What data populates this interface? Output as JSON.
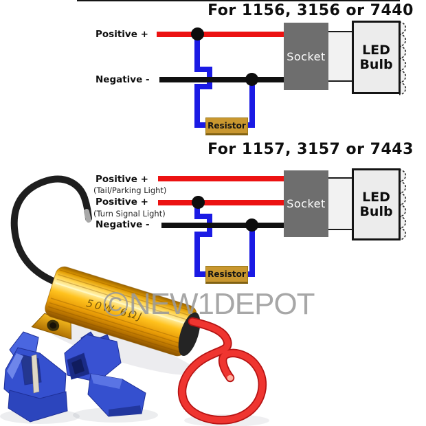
{
  "watermark": {
    "symbol": "©",
    "text": "NEW1DEPOT",
    "color": "#9b9b9b"
  },
  "diagrams": [
    {
      "title": "For 1156, 3156 or 7440",
      "positive_label": "Positive +",
      "negative_label": "Negative -",
      "socket_label": "Socket",
      "bulb_label_line1": "LED",
      "bulb_label_line2": "Bulb",
      "resistor_label": "Resistor"
    },
    {
      "title": "For 1157, 3157 or 7443",
      "positive1_label": "Positive +",
      "positive1_sub": "(Tail/Parking Light)",
      "positive2_label": "Positive +",
      "positive2_sub": "(Turn Signal Light)",
      "negative_label": "Negative -",
      "socket_label": "Socket",
      "bulb_label_line1": "LED",
      "bulb_label_line2": "Bulb",
      "resistor_label": "Resistor"
    }
  ],
  "photo": {
    "resistor_marking": "50W 6ΩJ"
  },
  "colors": {
    "wire_red": "#ec1212",
    "wire_black": "#101010",
    "wire_blue": "#1a1ae4",
    "socket_fill": "#6e6e6e",
    "bulb_fill": "#ececec",
    "resistor_box_fill": "#c9972f",
    "resistor_gold": "#f2aa1a",
    "connector_blue": "#3550cf"
  }
}
